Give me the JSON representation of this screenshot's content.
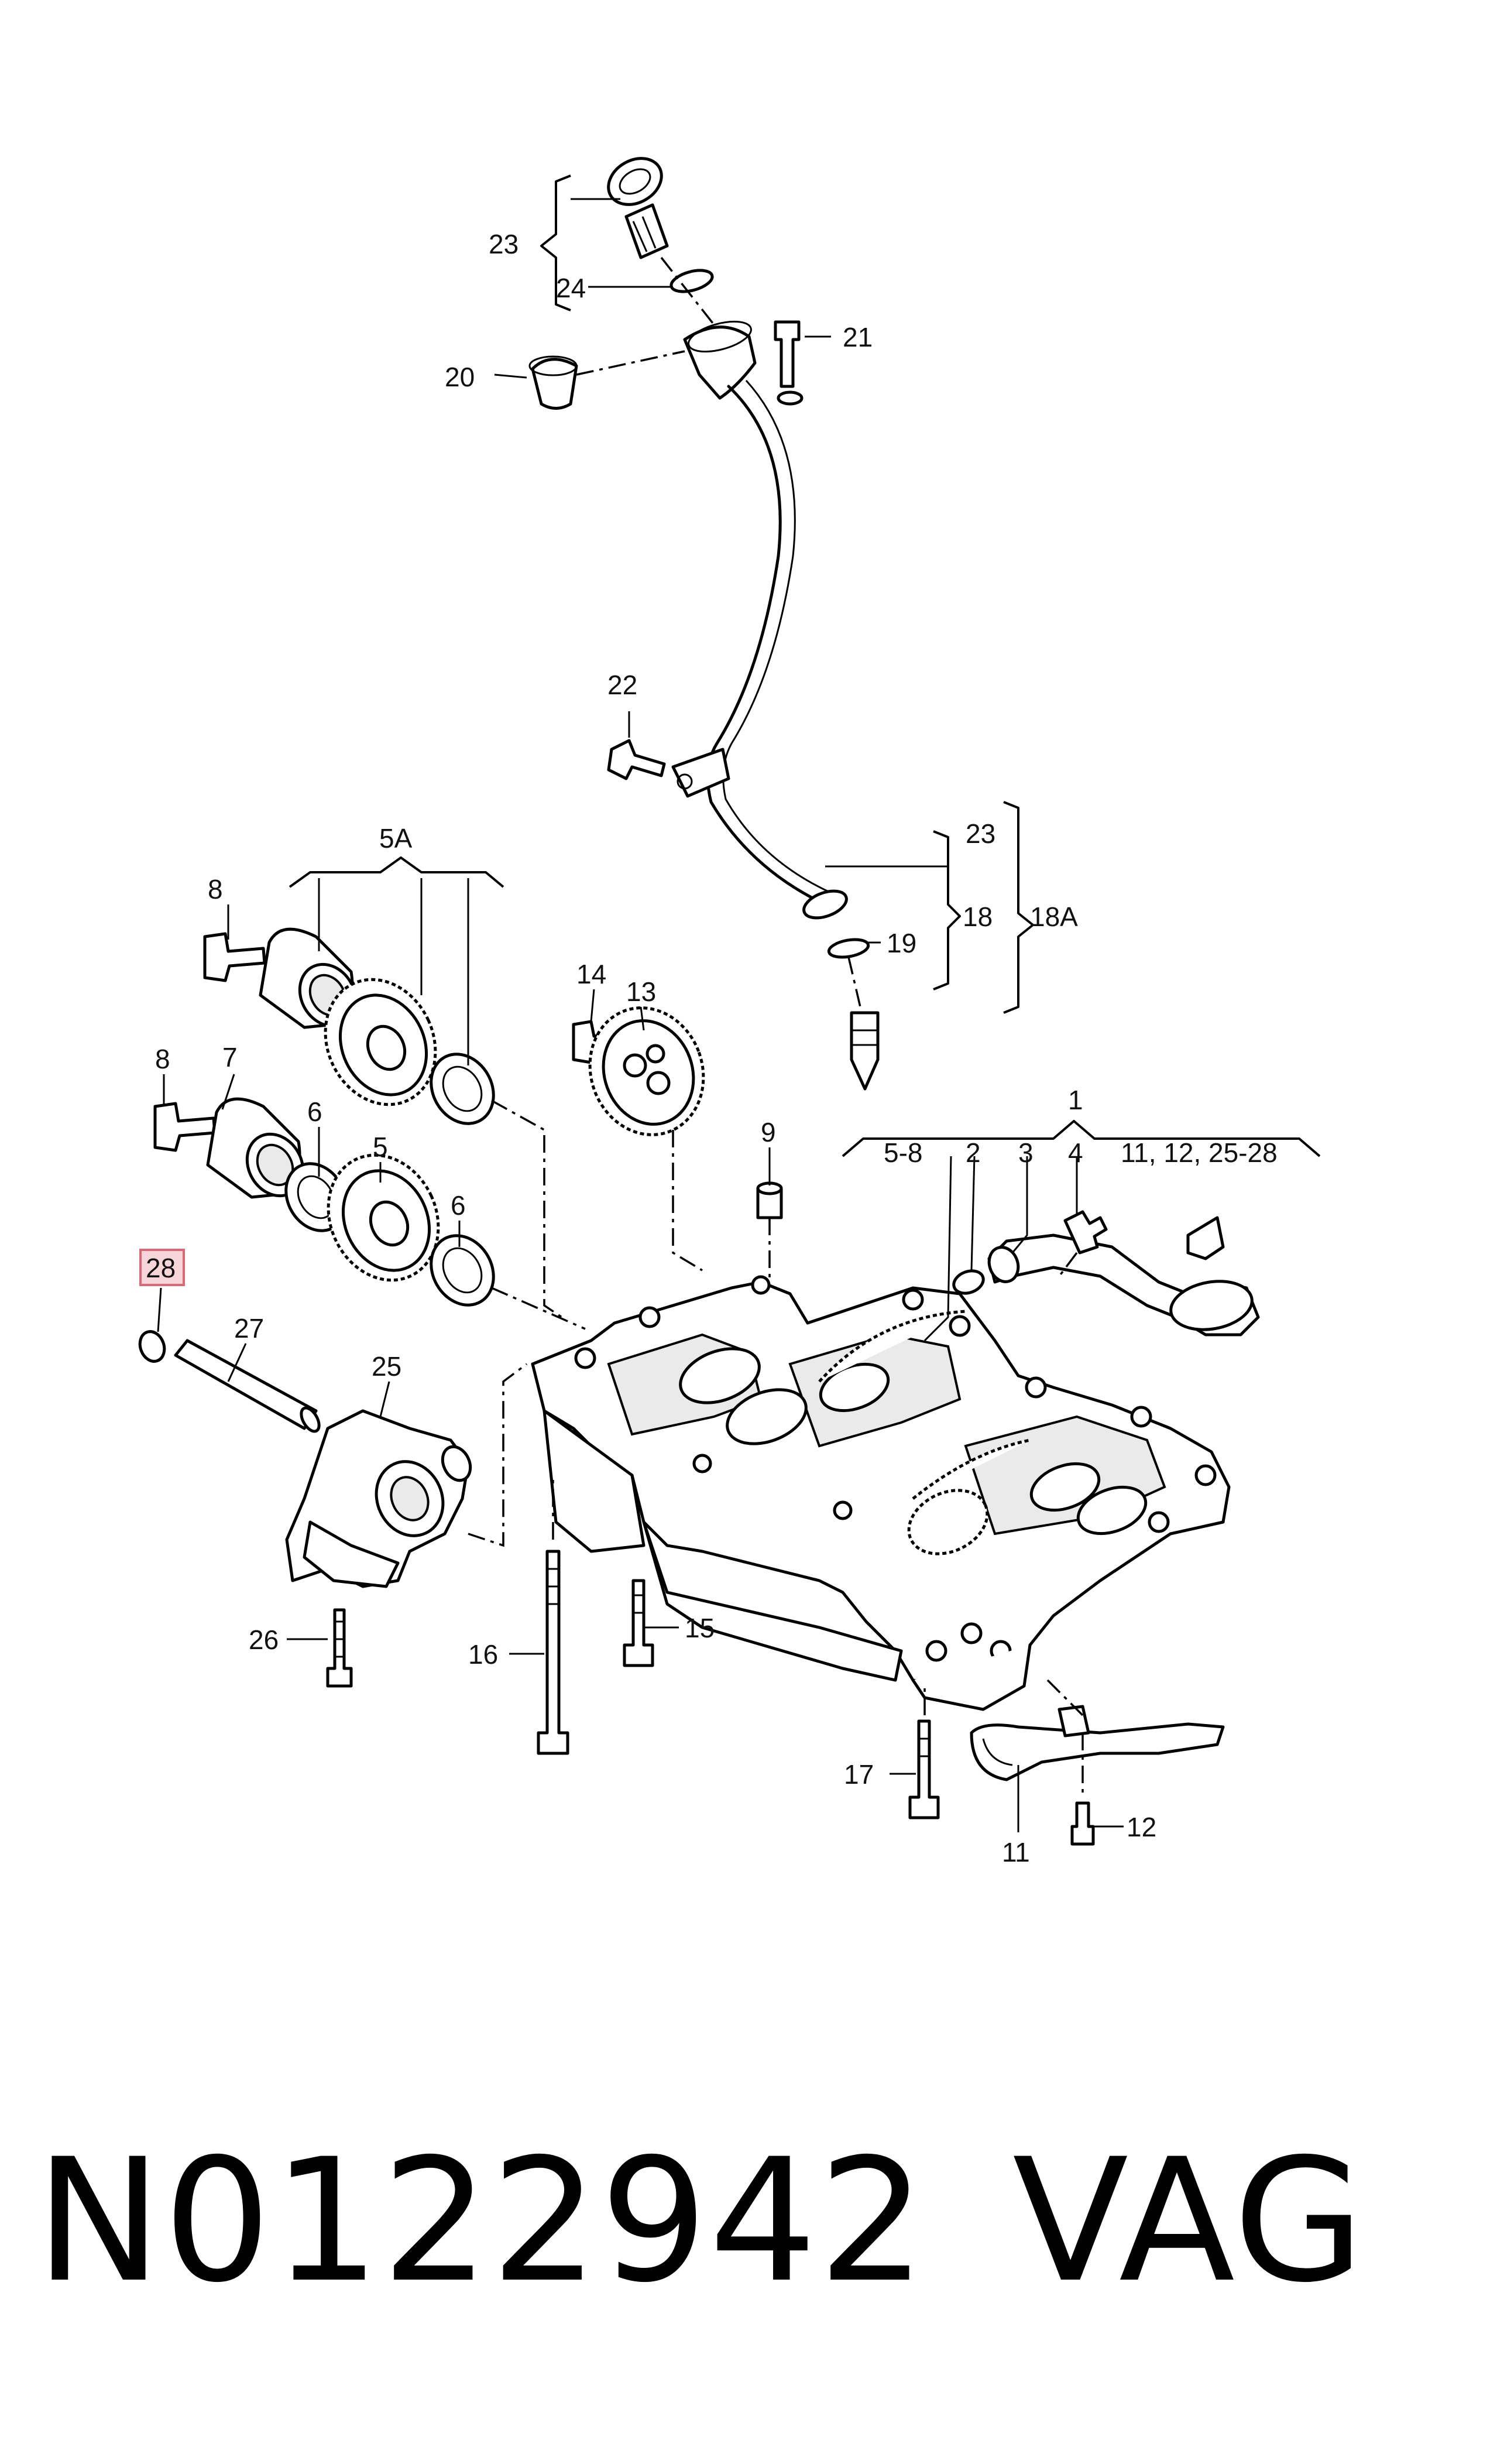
{
  "callouts": {
    "c1": "1",
    "c2": "2",
    "c3": "3",
    "c4": "4",
    "c5": "5",
    "c5A": "5A",
    "c5_8": "5-8",
    "c6a": "6",
    "c6b": "6",
    "c7": "7",
    "c8a": "8",
    "c8b": "8",
    "c9": "9",
    "c11": "11",
    "c11list": "11, 12, 25-28",
    "c12": "12",
    "c13": "13",
    "c14": "14",
    "c15": "15",
    "c16": "16",
    "c17": "17",
    "c18": "18",
    "c18A": "18A",
    "c19": "19",
    "c20": "20",
    "c21": "21",
    "c22": "22",
    "c23a": "23",
    "c23b": "23",
    "c24": "24",
    "c25": "25",
    "c26": "26",
    "c27": "27",
    "c28": "28"
  },
  "highlighted_callout": "28",
  "highlight_color": "#f7d5d8",
  "footer": {
    "part_number": "N0122942",
    "brand": "VAG"
  }
}
